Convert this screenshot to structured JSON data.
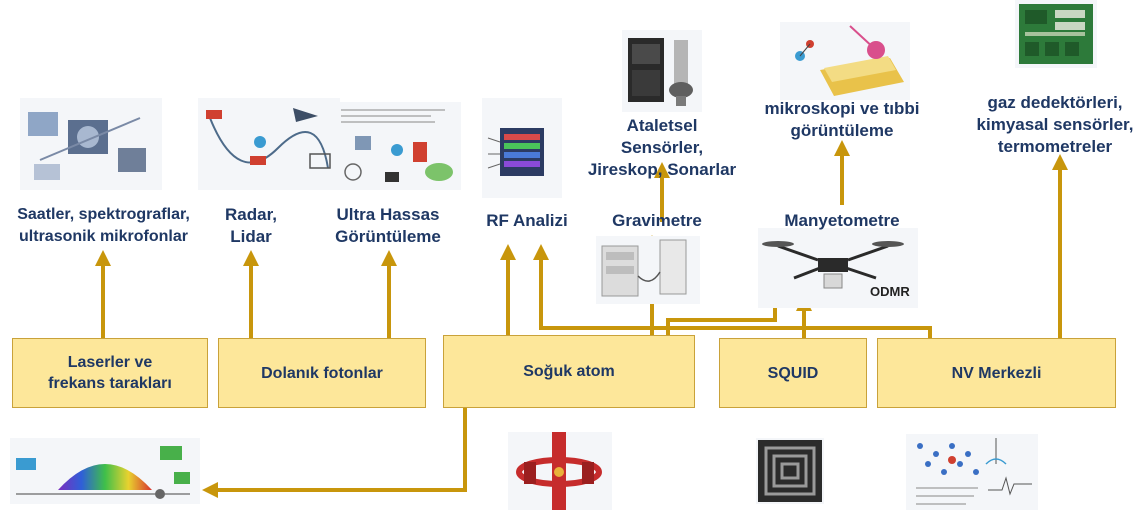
{
  "sources": {
    "lasers": "Laserler ve\nfrekans tarakları",
    "entangled": "Dolanık fotonlar",
    "cold_atom": "Soğuk atom",
    "squid": "SQUID",
    "nv": "NV Merkezli"
  },
  "applications": {
    "clocks": "Saatler, spektrograflar,\nultrasonik mikrofonlar",
    "radar": "Radar,\nLidar",
    "imaging": "Ultra Hassas\nGörüntüleme",
    "rf": "RF Analizi",
    "gravimeter": "Gravimetre",
    "inertial": "Ataletsel\nSensörler,\nJireskop, Sonarlar",
    "magnetometer": "Manyetometre",
    "microscopy": "mikroskopi ve tıbbi\ngörüntüleme",
    "gas": "gaz dedektörleri,\nkimyasal sensörler,\ntermometreler"
  },
  "image_captions": {
    "odmr": "ODMR"
  },
  "colors": {
    "arrow": "#c8960c",
    "box_fill": "#fde79a",
    "text": "#1f3864"
  }
}
